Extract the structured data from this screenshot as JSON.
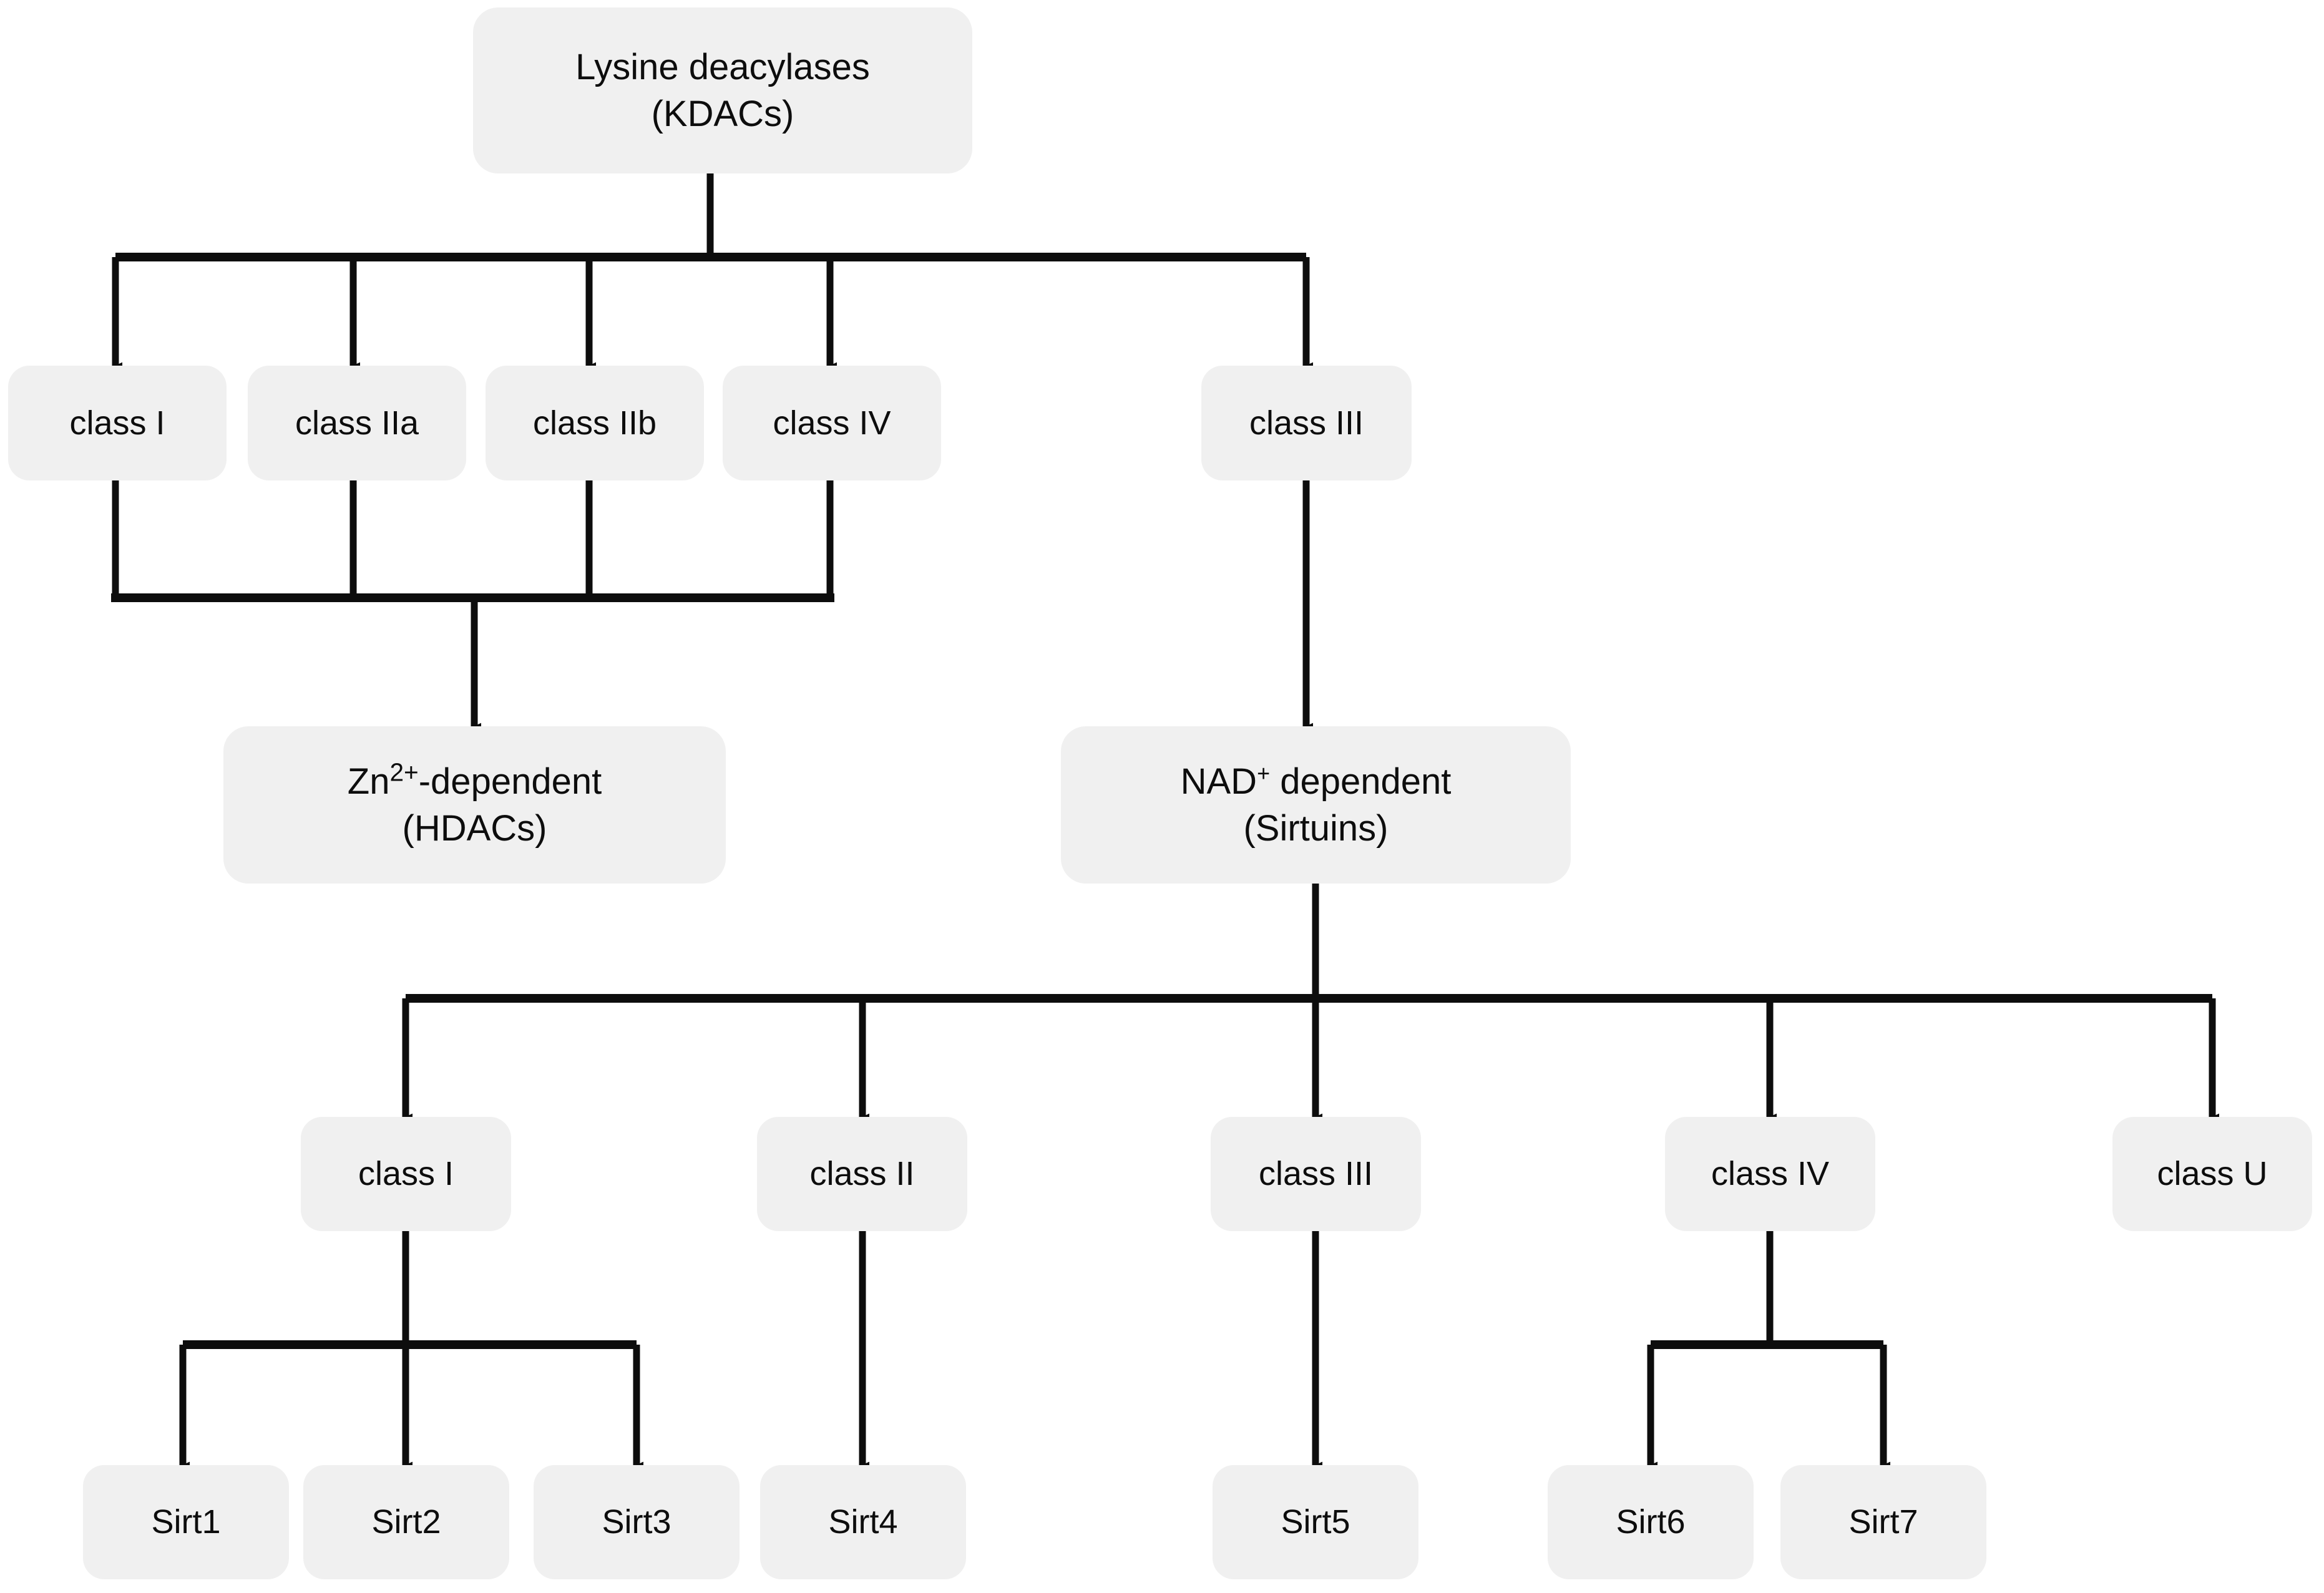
{
  "diagram": {
    "title": "Lysine deacylases (KDACs) classification tree",
    "palette": {
      "box_fill": "#F0F0F0",
      "line": "#0d0d0d",
      "text": "#0d0d0d",
      "background": "#ffffff"
    },
    "nodes": {
      "root": {
        "line1": "Lysine deacylases",
        "line2": "(KDACs)"
      },
      "kdac_classes": [
        {
          "id": "kdac-class-1",
          "label": "class I"
        },
        {
          "id": "kdac-class-2a",
          "label": "class IIa"
        },
        {
          "id": "kdac-class-2b",
          "label": "class IIb"
        },
        {
          "id": "kdac-class-4",
          "label": "class IV"
        },
        {
          "id": "kdac-class-3",
          "label": "class III"
        }
      ],
      "zinc": {
        "line1_prefix": "Zn",
        "line1_sup": "2+",
        "line1_suffix": "-dependent",
        "line2": "(HDACs)"
      },
      "nad": {
        "line1_prefix": "NAD",
        "line1_sup": "+",
        "line1_suffix": " dependent",
        "line2": "(Sirtuins)"
      },
      "sirtuin_classes": [
        {
          "id": "sirt-class-1",
          "label": "class I"
        },
        {
          "id": "sirt-class-2",
          "label": "class II"
        },
        {
          "id": "sirt-class-3",
          "label": "class III"
        },
        {
          "id": "sirt-class-4",
          "label": "class IV"
        },
        {
          "id": "sirt-class-u",
          "label": "class U"
        }
      ],
      "sirtuins": [
        {
          "id": "sirt1",
          "label": "Sirt1"
        },
        {
          "id": "sirt2",
          "label": "Sirt2"
        },
        {
          "id": "sirt3",
          "label": "Sirt3"
        },
        {
          "id": "sirt4",
          "label": "Sirt4"
        },
        {
          "id": "sirt5",
          "label": "Sirt5"
        },
        {
          "id": "sirt6",
          "label": "Sirt6"
        },
        {
          "id": "sirt7",
          "label": "Sirt7"
        }
      ]
    },
    "edges": [
      {
        "from": "root",
        "to": "kdac-class-1"
      },
      {
        "from": "root",
        "to": "kdac-class-2a"
      },
      {
        "from": "root",
        "to": "kdac-class-2b"
      },
      {
        "from": "root",
        "to": "kdac-class-4"
      },
      {
        "from": "root",
        "to": "kdac-class-3"
      },
      {
        "from": "kdac-class-1",
        "to": "zinc"
      },
      {
        "from": "kdac-class-2a",
        "to": "zinc"
      },
      {
        "from": "kdac-class-2b",
        "to": "zinc"
      },
      {
        "from": "kdac-class-4",
        "to": "zinc"
      },
      {
        "from": "kdac-class-3",
        "to": "nad"
      },
      {
        "from": "nad",
        "to": "sirt-class-1"
      },
      {
        "from": "nad",
        "to": "sirt-class-2"
      },
      {
        "from": "nad",
        "to": "sirt-class-3"
      },
      {
        "from": "nad",
        "to": "sirt-class-4"
      },
      {
        "from": "nad",
        "to": "sirt-class-u"
      },
      {
        "from": "sirt-class-1",
        "to": "sirt1"
      },
      {
        "from": "sirt-class-1",
        "to": "sirt2"
      },
      {
        "from": "sirt-class-1",
        "to": "sirt3"
      },
      {
        "from": "sirt-class-2",
        "to": "sirt4"
      },
      {
        "from": "sirt-class-3",
        "to": "sirt5"
      },
      {
        "from": "sirt-class-4",
        "to": "sirt6"
      },
      {
        "from": "sirt-class-4",
        "to": "sirt7"
      }
    ]
  }
}
